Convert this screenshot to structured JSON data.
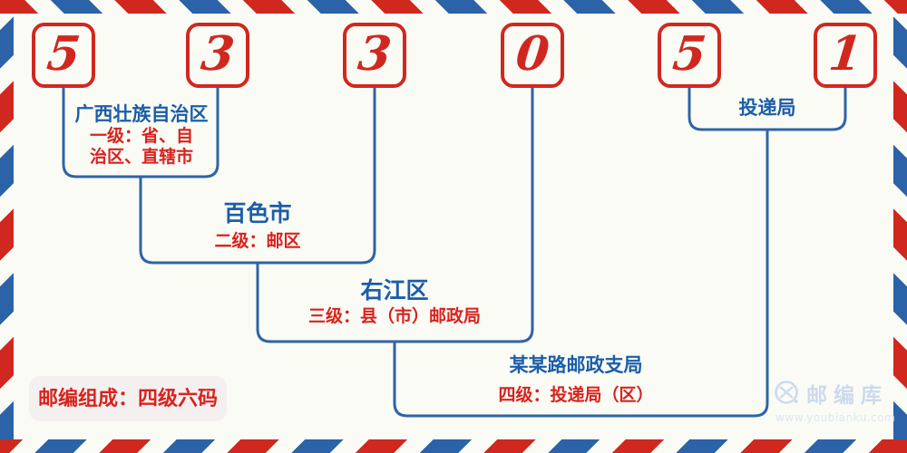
{
  "digits": [
    "5",
    "3",
    "3",
    "0",
    "5",
    "1"
  ],
  "levels": [
    {
      "name": "广西壮族自治区",
      "desc_line1": "一级：省、自",
      "desc_line2": "治区、直辖市"
    },
    {
      "name": "百色市",
      "desc": "二级：邮区"
    },
    {
      "name": "右江区",
      "desc": "三级：县（市）邮政局"
    },
    {
      "name": "某某路邮政支局",
      "desc": "四级：投递局（区）"
    },
    {
      "name": "投递局"
    }
  ],
  "badge_text": "邮编组成：四级六码",
  "watermark": {
    "brand": "邮编库",
    "url": "www.youbianku.com",
    "icon": "envelope-circle-icon"
  },
  "colors": {
    "stripe_red": "#d0281f",
    "stripe_blue": "#2c62a8",
    "line_blue": "#2e64a6",
    "text_blue": "#1b5ea8",
    "text_red": "#d8231d",
    "watermark_blue": "#ccdaed",
    "background": "#fbfbf6"
  }
}
